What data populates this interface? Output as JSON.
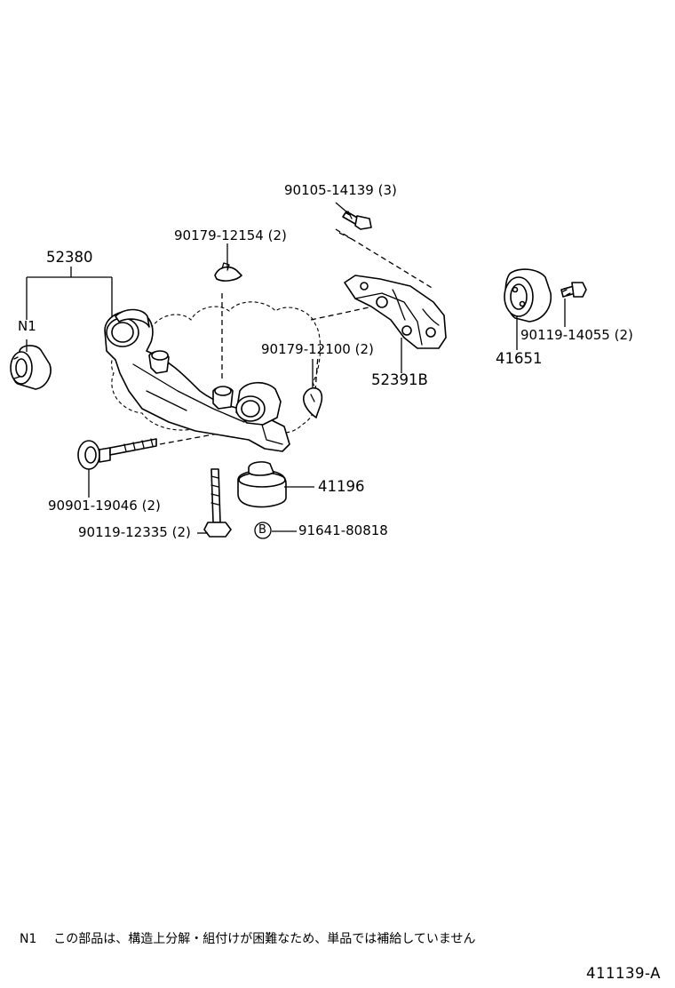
{
  "parts": {
    "p90105": "90105-14139 (3)",
    "p90179a": "90179-12154 (2)",
    "p52380": "52380",
    "pN1": "N1",
    "p90179b": "90179-12100 (2)",
    "p52391B": "52391B",
    "p90119a": "90119-14055 (2)",
    "p41651": "41651",
    "p41196": "41196",
    "p90901": "90901-19046 (2)",
    "p90119b": "90119-12335 (2)",
    "p91641": "91641-80818",
    "b_marker": "B"
  },
  "footnote": {
    "marker": "N1",
    "text": "この部品は、構造上分解・組付けが困難なため、単品では補給していません"
  },
  "diagram_code": "411139-A"
}
